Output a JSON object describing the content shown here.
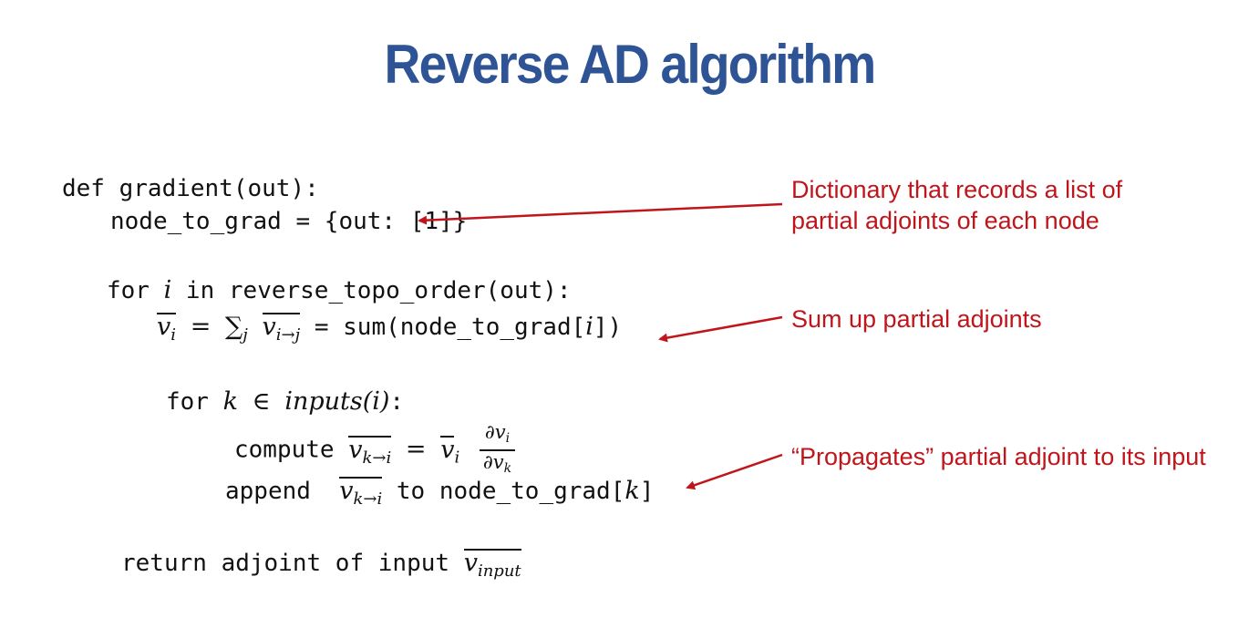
{
  "title": "Reverse AD algorithm",
  "code": {
    "line1": "def gradient(out):",
    "line2": "node_to_grad = {out: [1]}",
    "line3_kw": "for",
    "line3_var": "i",
    "line3_in": "in",
    "line3_rest": "reverse_topo_order(out):",
    "line4_v": "v",
    "line4_i": "i",
    "line4_eq": "=",
    "line4_sum": "∑",
    "line4_j": "j",
    "line4_ij": "i→j",
    "line4_eq2": "=",
    "line4_call_pre": "sum(node_to_grad[",
    "line4_call_var": "i",
    "line4_call_post": "])",
    "line5_kw": "for",
    "line5_var": "k",
    "line5_elem": "∈",
    "line5_fn": "inputs",
    "line5_arg": "(i)",
    "line5_colon": ":",
    "line6_compute": "compute",
    "line6_v": "v",
    "line6_ki": "k→i",
    "line6_eq": "=",
    "line6_vbar": "v",
    "line6_i": "i",
    "line6_num": "∂v",
    "line6_num_sub": "i",
    "line6_den": "∂v",
    "line6_den_sub": "k",
    "line7_append": "append",
    "line7_v": "v",
    "line7_ki": "k→i",
    "line7_to": "to node_to_grad[",
    "line7_var": "k",
    "line7_close": "]",
    "line8_text": "return adjoint of input",
    "line8_v": "v",
    "line8_sub": "input"
  },
  "annotations": {
    "dict_line1": "Dictionary that records a list of",
    "dict_line2": "partial adjoints of each node",
    "sum": "Sum up partial adjoints",
    "propagate": "“Propagates” partial adjoint to its input"
  },
  "colors": {
    "title": "#2f5496",
    "annotation": "#c0151b",
    "code": "#111111"
  }
}
